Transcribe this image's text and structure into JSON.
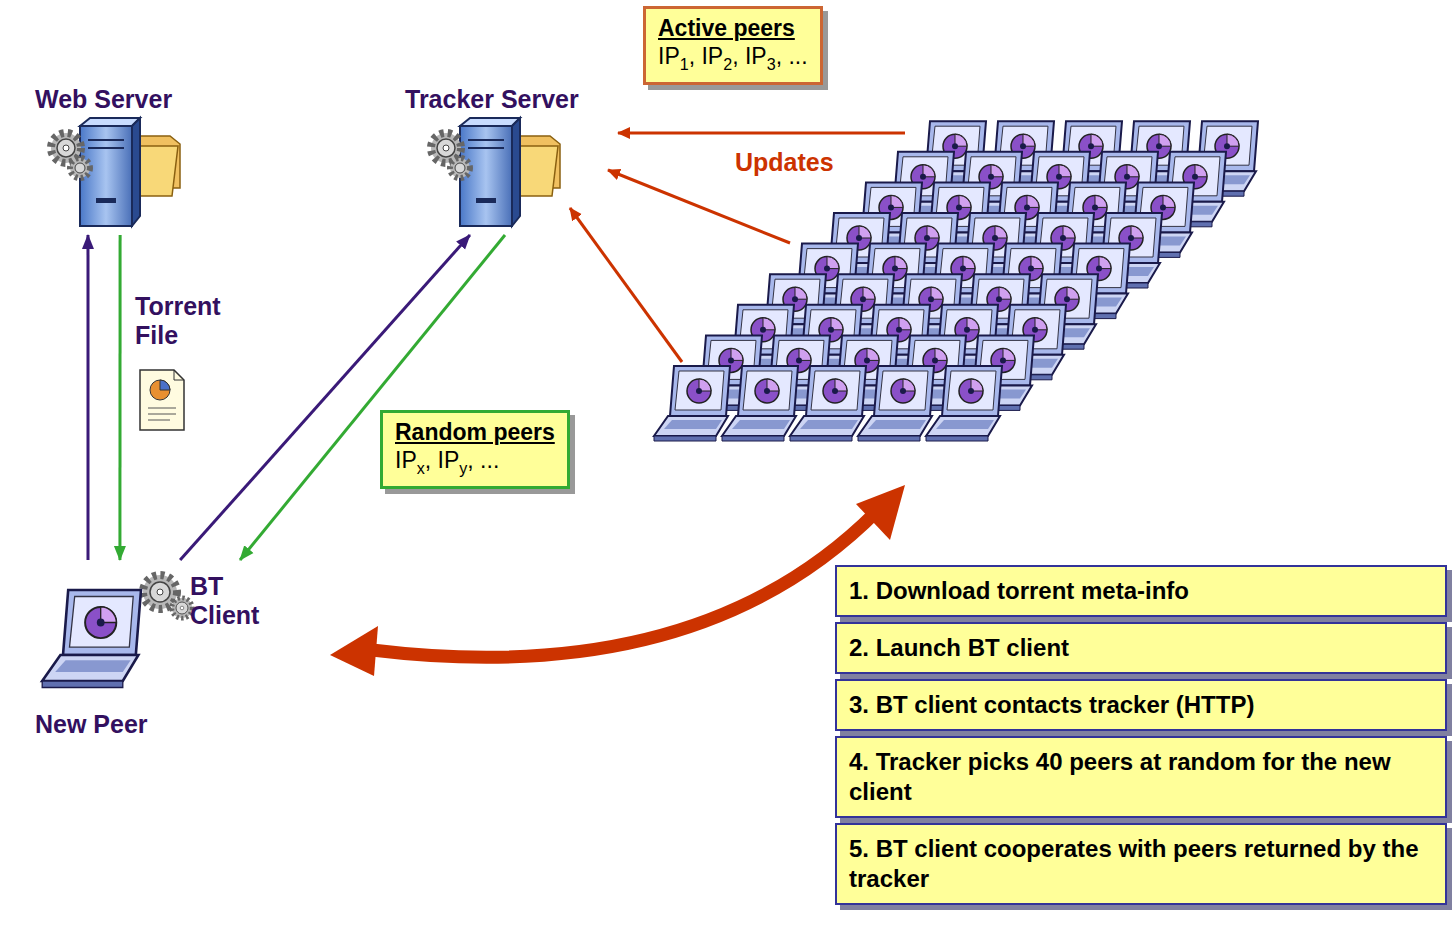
{
  "diagram": {
    "nodes": [
      {
        "text": [
          "Web Server"
        ]
      },
      {
        "text": [
          "Tracker Server"
        ]
      },
      {
        "text": [
          "Active peers",
          "IP1, IP2, IP3, ..."
        ]
      },
      {
        "text": [
          "BT Client",
          "New Peer"
        ]
      },
      {
        "text": [
          "Random peers",
          "IPx, IPy, ..."
        ]
      },
      {
        "text": [
          "1. Download torrent meta-info"
        ]
      },
      {
        "text": [
          "2. Launch BT client"
        ]
      },
      {
        "text": [
          "3. BT client contacts tracker (HTTP)"
        ]
      },
      {
        "text": [
          "4. Tracker picks 40 peers at random for the new client"
        ]
      },
      {
        "text": [
          "5. BT client cooperates with peers returned by the tracker"
        ]
      }
    ],
    "edges": [
      {
        "from": 3,
        "to": 0,
        "arrow": "to"
      },
      {
        "from": 0,
        "to": 3,
        "label": "Torrent File",
        "arrow": "to"
      },
      {
        "from": 3,
        "to": 1,
        "arrow": "to"
      },
      {
        "from": 1,
        "to": 3,
        "arrow": "to"
      }
    ],
    "labels": [
      "Updates"
    ]
  }
}
